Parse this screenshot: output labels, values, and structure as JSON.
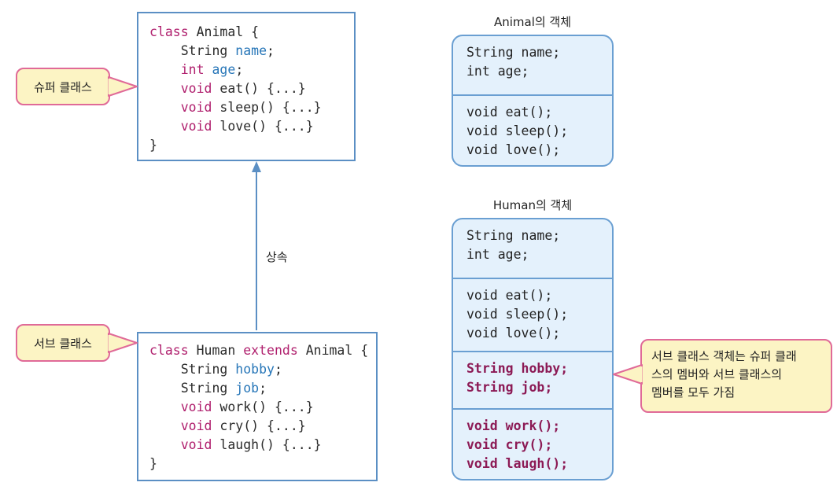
{
  "super_class": {
    "callout_label": "슈퍼 클래스",
    "code": {
      "l1_kw": "class",
      "l1_rest": " Animal {",
      "l2_type": "String ",
      "l2_field": "name",
      "l2_end": ";",
      "l3_type": "int",
      "l3_space": " ",
      "l3_field": "age",
      "l3_end": ";",
      "l4_kw": "void",
      "l4_rest": " eat() {...}",
      "l5_kw": "void",
      "l5_rest": " sleep() {...}",
      "l6_kw": "void",
      "l6_rest": " love() {...}",
      "l7": "}"
    }
  },
  "inheritance_label": "상속",
  "sub_class": {
    "callout_label": "서브 클래스",
    "code": {
      "l1_kw": "class",
      "l1_mid": " Human ",
      "l1_ext": "extends",
      "l1_rest": " Animal {",
      "l2_type": "String ",
      "l2_field": "hobby",
      "l2_end": ";",
      "l3_type": "String ",
      "l3_field": "job",
      "l3_end": ";",
      "l4_kw": "void",
      "l4_rest": " work() {...}",
      "l5_kw": "void",
      "l5_rest": " cry() {...}",
      "l6_kw": "void",
      "l6_rest": " laugh() {...}",
      "l7": "}"
    }
  },
  "animal_object": {
    "title": "Animal의 객체",
    "fields": [
      "String name;",
      "int age;"
    ],
    "methods": [
      "void eat();",
      "void sleep();",
      "void love();"
    ]
  },
  "human_object": {
    "title": "Human의 객체",
    "fields": [
      "String name;",
      "int age;"
    ],
    "methods": [
      "void eat();",
      "void sleep();",
      "void love();"
    ],
    "sub_fields": [
      "String hobby;",
      "String job;"
    ],
    "sub_methods": [
      "void work();",
      "void cry();",
      "void laugh();"
    ]
  },
  "note": {
    "lines": [
      "서브 클래스 객체는 슈퍼 클래",
      "스의 멤버와 서브 클래스의",
      "멤버를 모두 가짐"
    ]
  },
  "colors": {
    "keyword": "#b0206e",
    "field": "#2776b8",
    "box_border": "#5b8fc4",
    "object_fill": "#e4f1fc",
    "callout_fill": "#fcf4c4",
    "callout_border": "#e06a98",
    "sub_member_text": "#8c1a55"
  }
}
